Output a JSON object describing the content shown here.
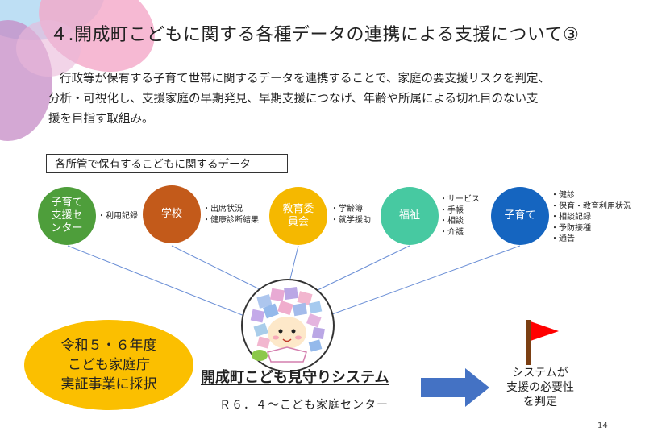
{
  "title": "４.開成町こどもに関する各種データの連携による支援について③",
  "description": {
    "line1": "行政等が保有する子育て世帯に関するデータを連携することで、家庭の要支援リスクを判定、",
    "line2": "分析・可視化し、支援家庭の早期発見、早期支援につなげ、年齢や所属による切れ目のない支",
    "line3": "援を目指す取組み。"
  },
  "data_box_label": "各所管で保有するこどもに関するデータ",
  "departments": [
    {
      "name_lines": [
        "子育て",
        "支援セ",
        "ンター"
      ],
      "color": "#4e9e3b",
      "items": [
        "・利用記録"
      ]
    },
    {
      "name_lines": [
        "学校"
      ],
      "color": "#c35a1a",
      "items": [
        "・出席状況",
        "・健康診断結果"
      ]
    },
    {
      "name_lines": [
        "教育委",
        "員会"
      ],
      "color": "#f5b800",
      "items": [
        "・学齢簿",
        "・就学援助"
      ]
    },
    {
      "name_lines": [
        "福祉"
      ],
      "color": "#47c9a1",
      "items": [
        "・サービス",
        "・手帳",
        "・相談",
        "・介護"
      ]
    },
    {
      "name_lines": [
        "子育て"
      ],
      "color": "#1565c0",
      "items": [
        "・健診",
        "・保育・教育利用状況",
        "・相談記録",
        "・予防接種",
        "・通告"
      ]
    }
  ],
  "adoption": {
    "line1": "令和５・６年度",
    "line2": "こども家庭庁",
    "line3": "実証事業に採択"
  },
  "system": {
    "name": "開成町こども見守りシステム",
    "schedule": "Ｒ６．４～こども家庭センター"
  },
  "result": {
    "line1": "システムが",
    "line2": "支援の必要性",
    "line3": "を判定"
  },
  "page_number": "14",
  "colors": {
    "line": "#6b8fd6",
    "arrow": "#4472c4",
    "flag": "#ff0000",
    "flag_pole": "#7b3f13",
    "oval": "#fbbf00"
  },
  "icons": [
    "hydrangea-mascot-icon",
    "red-flag-icon",
    "right-arrow-icon"
  ]
}
